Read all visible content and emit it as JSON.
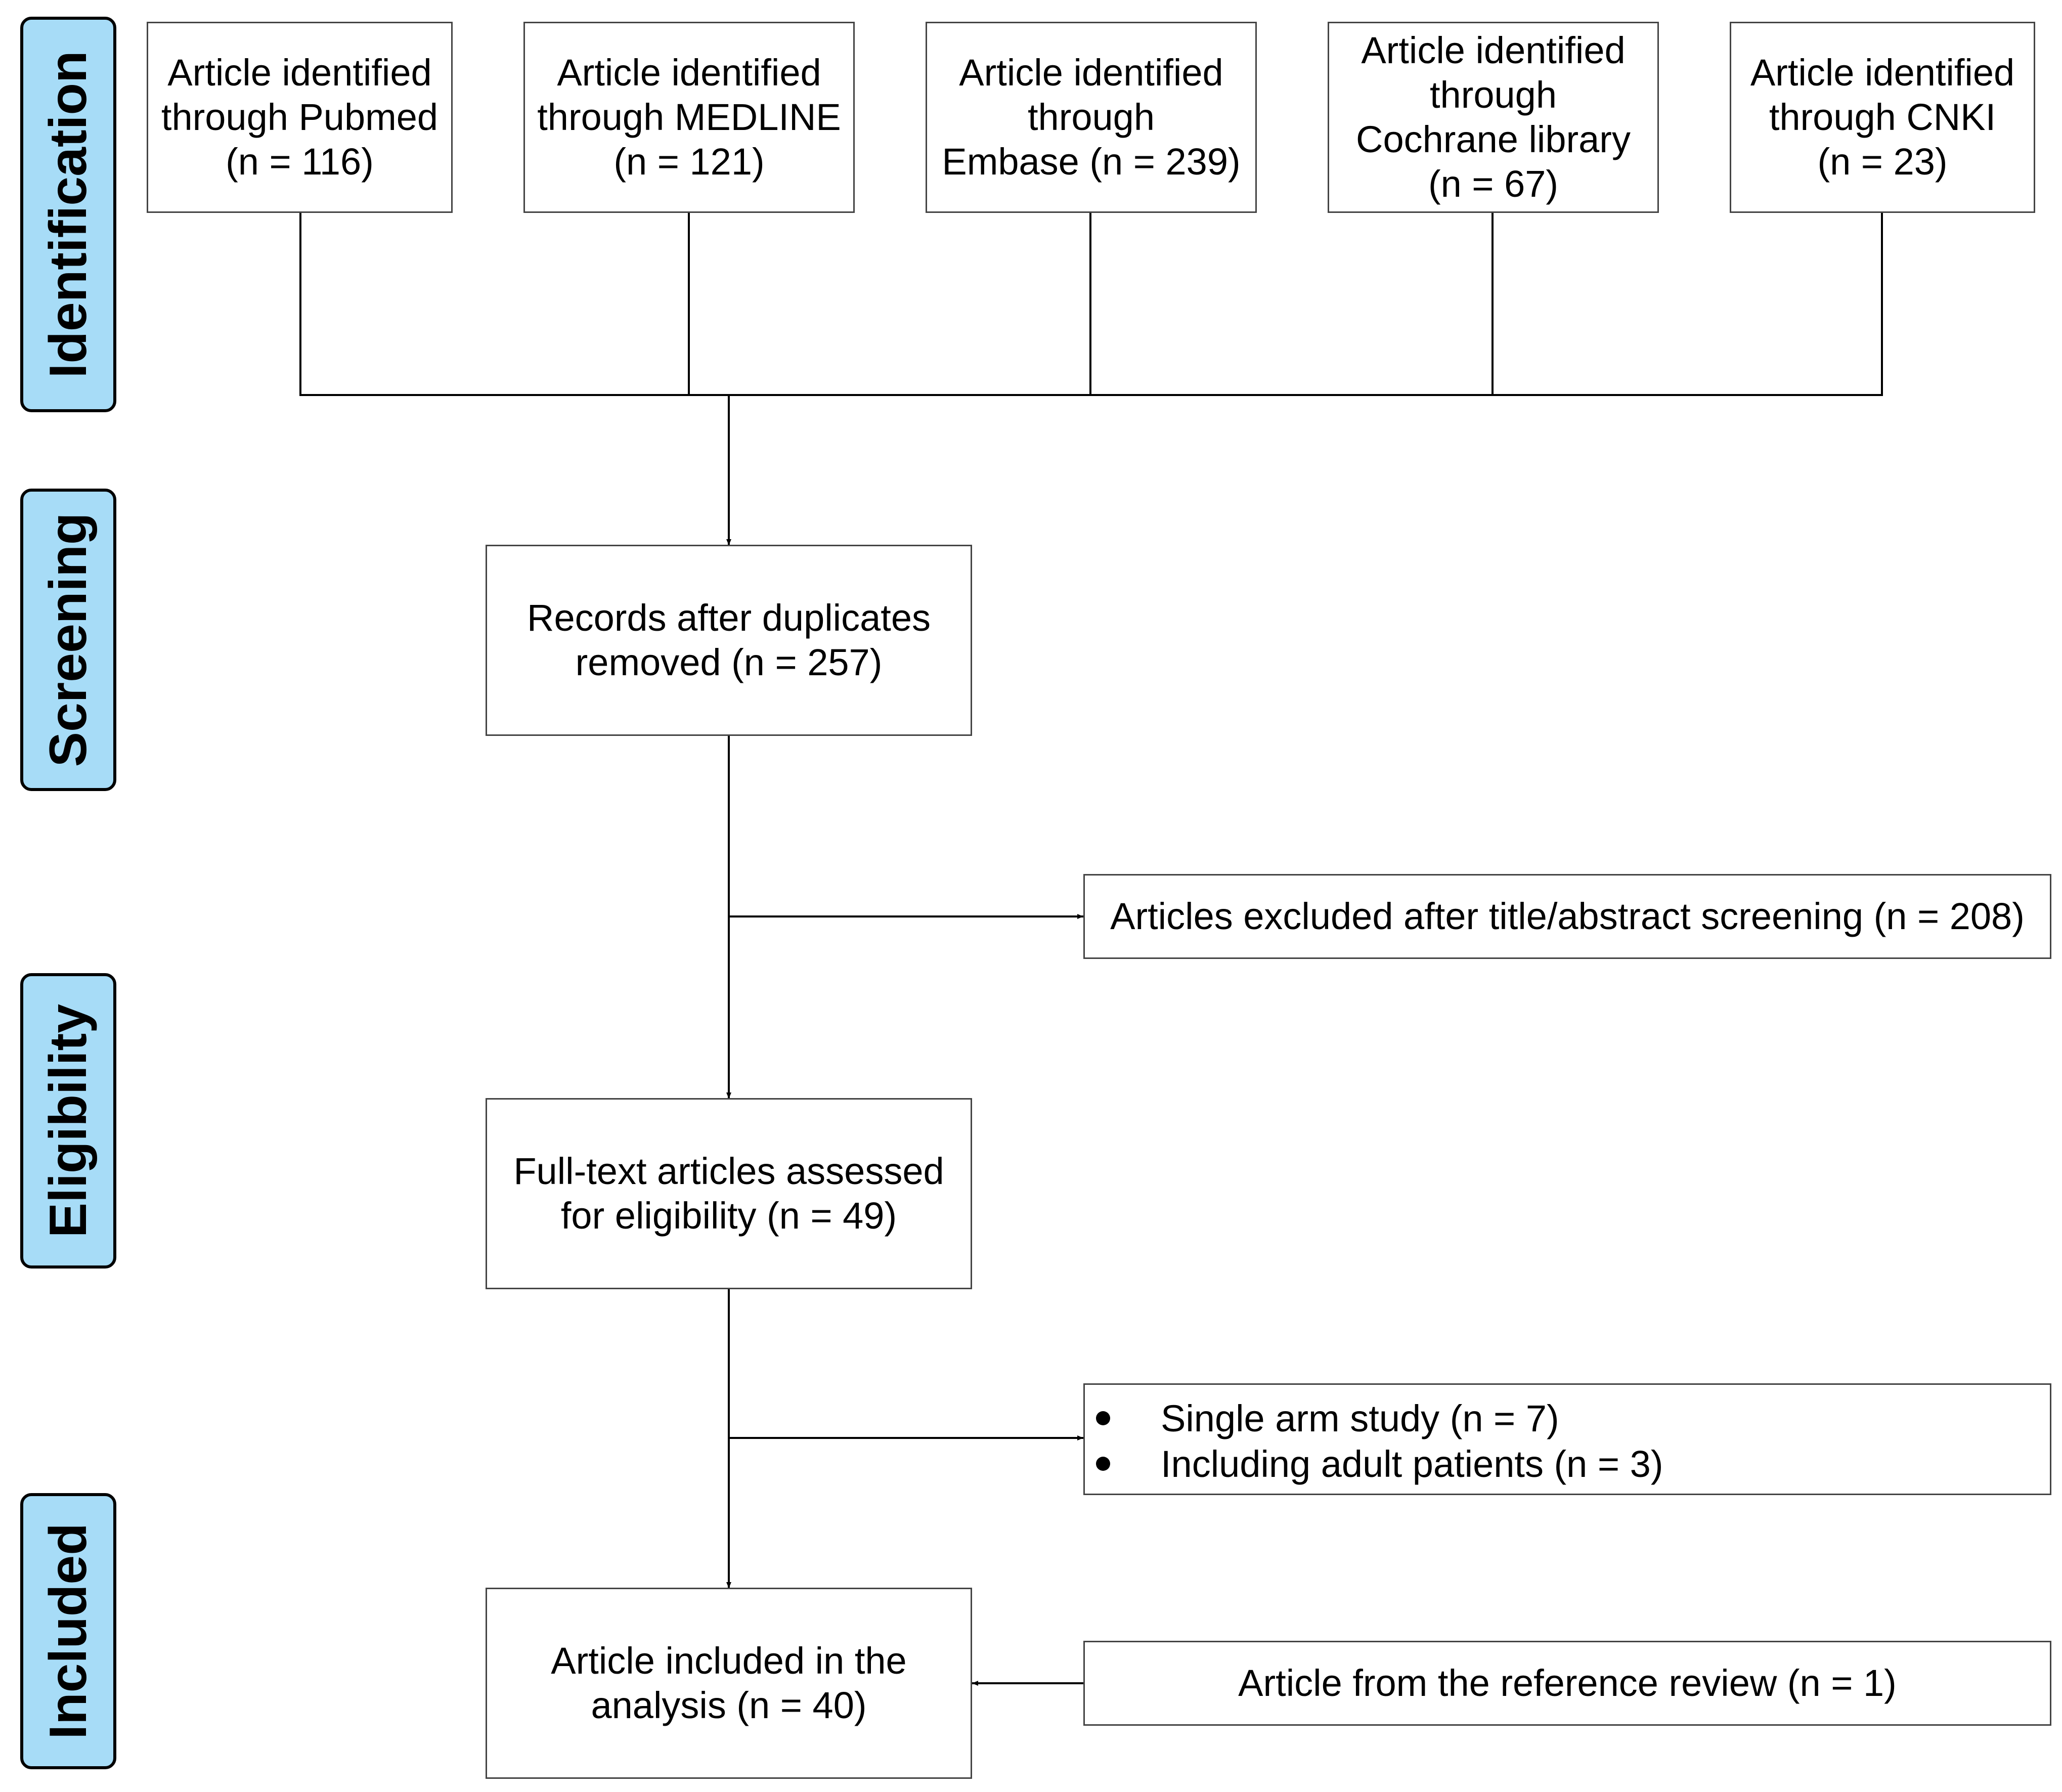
{
  "stages": [
    {
      "id": "identification",
      "label": "Identification"
    },
    {
      "id": "screening",
      "label": "Screening"
    },
    {
      "id": "eligibility",
      "label": "Eligibility"
    },
    {
      "id": "included",
      "label": "Included"
    }
  ],
  "sources": [
    {
      "text": "Article identified\nthrough Pubmed\n(n = 116)"
    },
    {
      "text": "Article identified\nthrough MEDLINE\n(n = 121)"
    },
    {
      "text": "Article identified\nthrough\nEmbase (n = 239)"
    },
    {
      "text": "Article identified\nthrough\nCochrane library\n(n = 67)"
    },
    {
      "text": "Article identified\nthrough CNKI\n(n = 23)"
    }
  ],
  "records": {
    "text": "Records after duplicates\nremoved (n = 257)"
  },
  "excluded_title": {
    "text": "Articles excluded after title/abstract screening (n = 208)"
  },
  "fulltext": {
    "text": "Full-text articles assessed\nfor eligibility (n = 49)"
  },
  "excluded_fulltext": {
    "items": [
      "Single arm study (n = 7)",
      "Including adult patients (n = 3)"
    ]
  },
  "included": {
    "text": "Article included in the\nanalysis (n = 40)"
  },
  "reference": {
    "text": "Article from the reference review (n = 1)"
  },
  "colors": {
    "stage_fill": "#a7dcf7",
    "stage_border": "#000000",
    "box_border": "#444444"
  }
}
